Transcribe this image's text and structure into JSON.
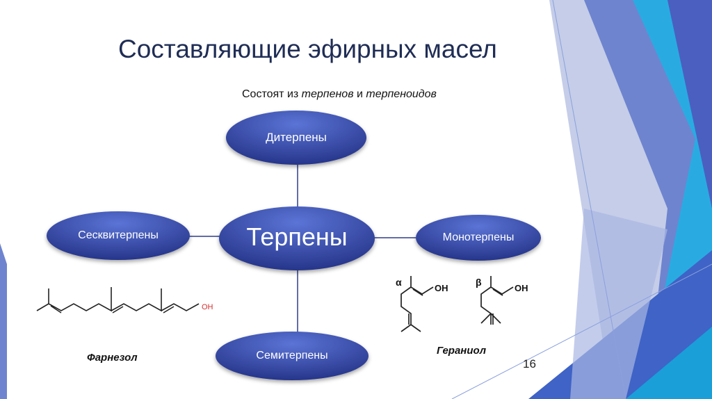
{
  "slide": {
    "title": "Составляющие эфирных масел",
    "subtitle_prefix": "Состоят из ",
    "subtitle_term1": "терпенов",
    "subtitle_conj": " и ",
    "subtitle_term2": "терпеноидов",
    "page_number": "16"
  },
  "diagram": {
    "center": "Терпены",
    "top": "Дитерпены",
    "left": "Сесквитерпены",
    "right": "Монотерпены",
    "bottom": "Семитерпены"
  },
  "structures": {
    "farnesol_caption": "Фарнезол",
    "farnesol_oh": "OH",
    "geraniol_caption": "Гераниол",
    "alpha_label": "α",
    "beta_label": "β",
    "geraniol_oh": "OH"
  },
  "colors": {
    "node_dark": "#2b3a8f",
    "node_light": "#4a62c9",
    "connector": "#2e3c8a",
    "deco_blue": "#4472c4",
    "deco_cyan": "#29abe2"
  }
}
